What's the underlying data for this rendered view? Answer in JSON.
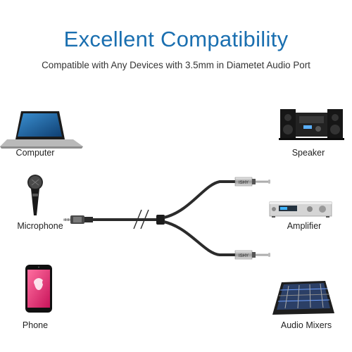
{
  "header": {
    "title": "Excellent Compatibility",
    "subtitle": "Compatible with Any Devices with 3.5mm in Diametet Audio Port"
  },
  "devices": {
    "computer": "Computer",
    "microphone": "Microphone",
    "phone": "Phone",
    "speaker": "Speaker",
    "amplifier": "Amplifier",
    "audio_mixers": "Audio Mixers"
  },
  "cable": {
    "brand_mark": "ISHY"
  },
  "colors": {
    "title": "#1a6fb0",
    "cable": "#2b2b2b"
  }
}
